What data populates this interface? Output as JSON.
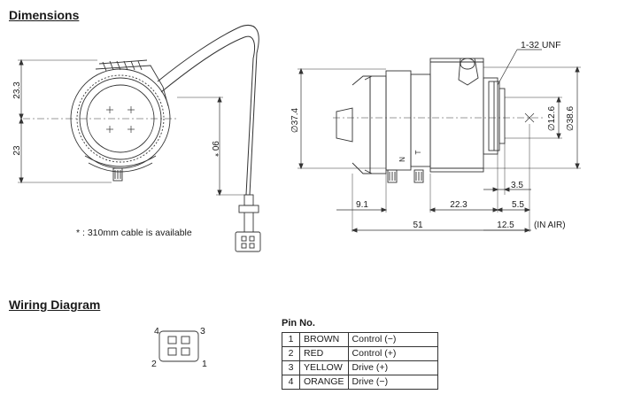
{
  "headings": {
    "dimensions": "Dimensions",
    "wiring": "Wiring Diagram"
  },
  "front_view": {
    "dim_upper": "23.3",
    "dim_lower": "23",
    "cable_length": "90 *",
    "note": "* : 310mm cable is available"
  },
  "side_view": {
    "thread": "1-32  UNF",
    "body_dia": "∅37.4",
    "inner_dia": "∅12.6",
    "outer_dia": "∅38.6",
    "d_91": "9.1",
    "d_223": "22.3",
    "d_35": "3.5",
    "d_55": "5.5",
    "d_51": "51",
    "d_125": "12.5",
    "in_air": "(IN AIR)",
    "mark_n": "N",
    "mark_t": "T"
  },
  "connector": {
    "pin4": "4",
    "pin3": "3",
    "pin2": "2",
    "pin1": "1"
  },
  "pin_table": {
    "title": "Pin No.",
    "rows": [
      [
        "1",
        "BROWN",
        "Control (−)"
      ],
      [
        "2",
        "RED",
        "Control (+)"
      ],
      [
        "3",
        "YELLOW",
        "Drive (+)"
      ],
      [
        "4",
        "ORANGE",
        "Drive (−)"
      ]
    ]
  }
}
